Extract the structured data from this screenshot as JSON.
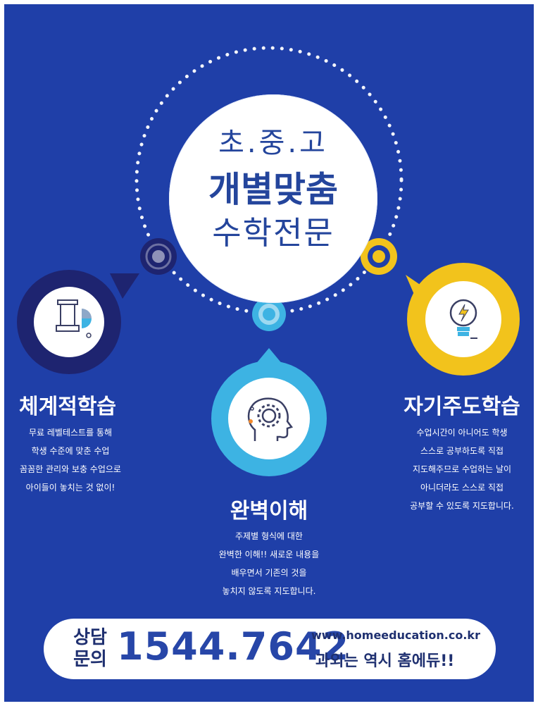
{
  "main_circle": {
    "line1": "초.중.고",
    "line2": "개별맞춤",
    "line3": "수학전문"
  },
  "features": [
    {
      "heading": "체계적학습",
      "icon": "chess-rook-chart-icon",
      "lines": [
        "무료 레벨테스트를 통해",
        "학생 수준에 맞춘 수업",
        "꼼꼼한 관리와 보충 수업으로",
        "아이들이 놓치는 것 없이!"
      ]
    },
    {
      "heading": "완벽이해",
      "icon": "head-gear-icon",
      "lines": [
        "주제별 형식에 대한",
        "완벽한 이해!! 새로운 내용을",
        "배우면서 기존의 것을",
        "놓치지 않도록 지도합니다."
      ]
    },
    {
      "heading": "자기주도학습",
      "icon": "lightbulb-icon",
      "lines": [
        "수업시간이 아니어도 학생",
        "스스로 공부하도록 직접",
        "지도해주므로 수업하는 날이",
        "아니더라도 스스로 직접",
        "공부할 수 있도록 지도합니다."
      ]
    }
  ],
  "contact": {
    "label_line1": "상담",
    "label_line2": "문의",
    "phone": "1544.7642",
    "url": "www.homeeducation.co.kr",
    "slogan": "과외는 역시 홈에듀!!"
  },
  "colors": {
    "background": "#1f3fa8",
    "navy": "#1e2470",
    "cyan": "#3db3e3",
    "yellow": "#f2c31c",
    "text_dark": "#24459c"
  }
}
